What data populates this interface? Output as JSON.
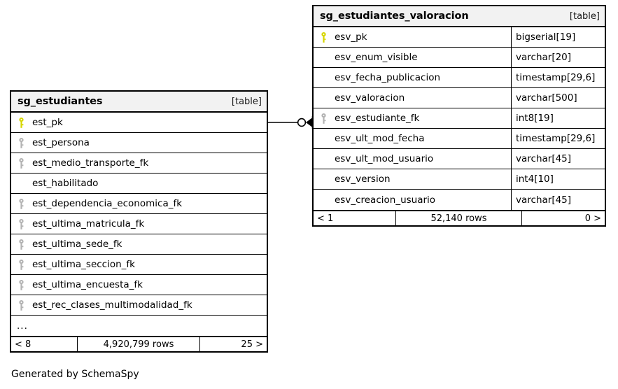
{
  "diagram": {
    "caption": "Generated by SchemaSpy",
    "kind_label": "[table]",
    "ellipsis": "...",
    "colors": {
      "primary_key": "#d6d600",
      "foreign_key": "#b3b3b3",
      "border": "#000000",
      "header_background": "#f2f2f2",
      "background": "#ffffff"
    }
  },
  "tables": {
    "estudiantes": {
      "name": "sg_estudiantes",
      "kind": "[table]",
      "columns": [
        {
          "name": "est_pk",
          "key": "primary"
        },
        {
          "name": "est_persona",
          "key": "foreign"
        },
        {
          "name": "est_medio_transporte_fk",
          "key": "foreign"
        },
        {
          "name": "est_habilitado",
          "key": "none"
        },
        {
          "name": "est_dependencia_economica_fk",
          "key": "foreign"
        },
        {
          "name": "est_ultima_matricula_fk",
          "key": "foreign"
        },
        {
          "name": "est_ultima_sede_fk",
          "key": "foreign"
        },
        {
          "name": "est_ultima_seccion_fk",
          "key": "foreign"
        },
        {
          "name": "est_ultima_encuesta_fk",
          "key": "foreign"
        },
        {
          "name": "est_rec_clases_multimodalidad_fk",
          "key": "foreign"
        },
        {
          "name": "...",
          "key": "none"
        }
      ],
      "footer": {
        "prev": "< 8",
        "rows": "4,920,799 rows",
        "next": "25 >"
      }
    },
    "valoracion": {
      "name": "sg_estudiantes_valoracion",
      "kind": "[table]",
      "columns": [
        {
          "name": "esv_pk",
          "type": "bigserial[19]",
          "key": "primary"
        },
        {
          "name": "esv_enum_visible",
          "type": "varchar[20]",
          "key": "none"
        },
        {
          "name": "esv_fecha_publicacion",
          "type": "timestamp[29,6]",
          "key": "none"
        },
        {
          "name": "esv_valoracion",
          "type": "varchar[500]",
          "key": "none"
        },
        {
          "name": "esv_estudiante_fk",
          "type": "int8[19]",
          "key": "foreign"
        },
        {
          "name": "esv_ult_mod_fecha",
          "type": "timestamp[29,6]",
          "key": "none"
        },
        {
          "name": "esv_ult_mod_usuario",
          "type": "varchar[45]",
          "key": "none"
        },
        {
          "name": "esv_version",
          "type": "int4[10]",
          "key": "none"
        },
        {
          "name": "esv_creacion_usuario",
          "type": "varchar[45]",
          "key": "none"
        }
      ],
      "footer": {
        "prev": "< 1",
        "rows": "52,140 rows",
        "next": "0 >"
      }
    }
  },
  "relationship": {
    "from_table": "sg_estudiantes",
    "from_column": "est_pk",
    "to_table": "sg_estudiantes_valoracion",
    "to_column": "esv_estudiante_fk",
    "from_cardinality": "zero-or-one",
    "to_cardinality": "many"
  }
}
